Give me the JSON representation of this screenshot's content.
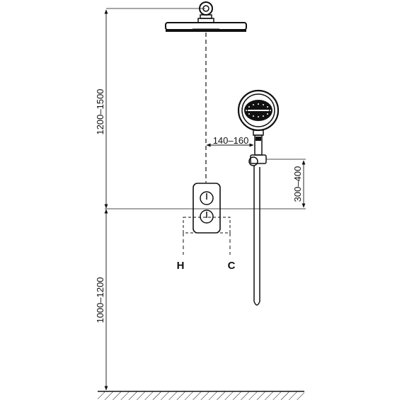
{
  "dimensions": {
    "head_height_range": "1200–1500",
    "hand_shower_offset": "140–160",
    "holder_height_range": "300–400",
    "valve_height_range": "1000–1200"
  },
  "connections": {
    "hot": "H",
    "cold": "C"
  },
  "colors": {
    "line": "#111111",
    "background": "#ffffff"
  }
}
